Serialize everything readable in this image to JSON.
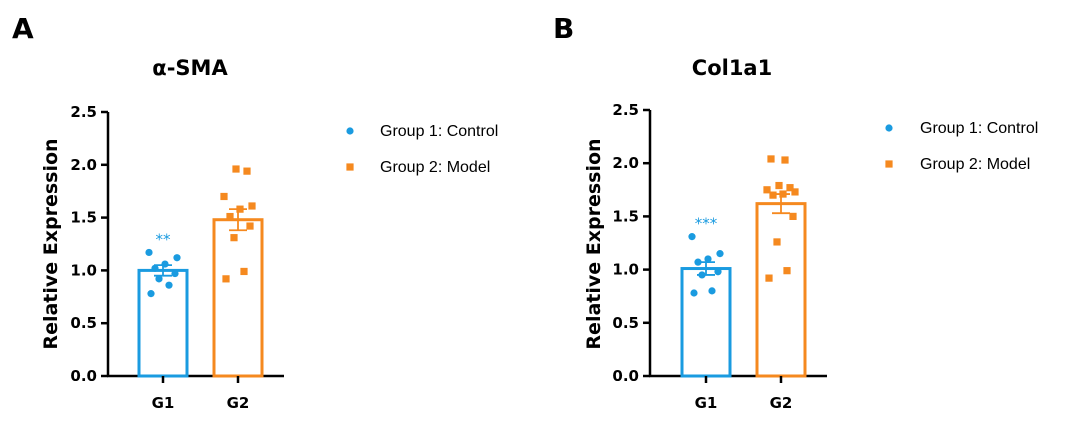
{
  "colors": {
    "group1": "#1a9be0",
    "group2": "#f5891f",
    "axis": "#000000"
  },
  "chart_data": [
    {
      "panel": "A",
      "type": "bar",
      "title": "α-SMA",
      "xlabel": "",
      "ylabel": "Relative Expression",
      "ylim": [
        0,
        2.5
      ],
      "yticks": [
        "0.0",
        "0.5",
        "1.0",
        "1.5",
        "2.0",
        "2.5"
      ],
      "categories": [
        "G1",
        "G2"
      ],
      "legend": [
        "Group 1: Control",
        "Group 2: Model"
      ],
      "legend_position": "right",
      "series": [
        {
          "name": "Group 1: Control",
          "mean": 1.0,
          "sem": 0.05,
          "marker": "circle",
          "points": [
            0.78,
            0.86,
            0.92,
            0.97,
            1.02,
            1.06,
            1.12,
            1.17
          ],
          "significance": "**"
        },
        {
          "name": "Group 2: Model",
          "mean": 1.48,
          "sem": 0.1,
          "marker": "square",
          "points": [
            0.92,
            0.99,
            1.31,
            1.42,
            1.51,
            1.58,
            1.61,
            1.7,
            1.94,
            1.96
          ]
        }
      ]
    },
    {
      "panel": "B",
      "type": "bar",
      "title": "Col1a1",
      "xlabel": "",
      "ylabel": "Relative Expression",
      "ylim": [
        0,
        2.5
      ],
      "yticks": [
        "0.0",
        "0.5",
        "1.0",
        "1.5",
        "2.0",
        "2.5"
      ],
      "categories": [
        "G1",
        "G2"
      ],
      "legend": [
        "Group 1: Control",
        "Group 2: Model"
      ],
      "legend_position": "right",
      "series": [
        {
          "name": "Group 1: Control",
          "mean": 1.01,
          "sem": 0.06,
          "marker": "circle",
          "points": [
            0.78,
            0.8,
            0.95,
            0.98,
            1.07,
            1.1,
            1.15,
            1.31
          ],
          "significance": "***"
        },
        {
          "name": "Group 2: Model",
          "mean": 1.62,
          "sem": 0.09,
          "marker": "square",
          "points": [
            0.92,
            0.99,
            1.26,
            1.5,
            1.7,
            1.71,
            1.73,
            1.75,
            1.77,
            1.79,
            2.03,
            2.04
          ]
        }
      ]
    }
  ]
}
